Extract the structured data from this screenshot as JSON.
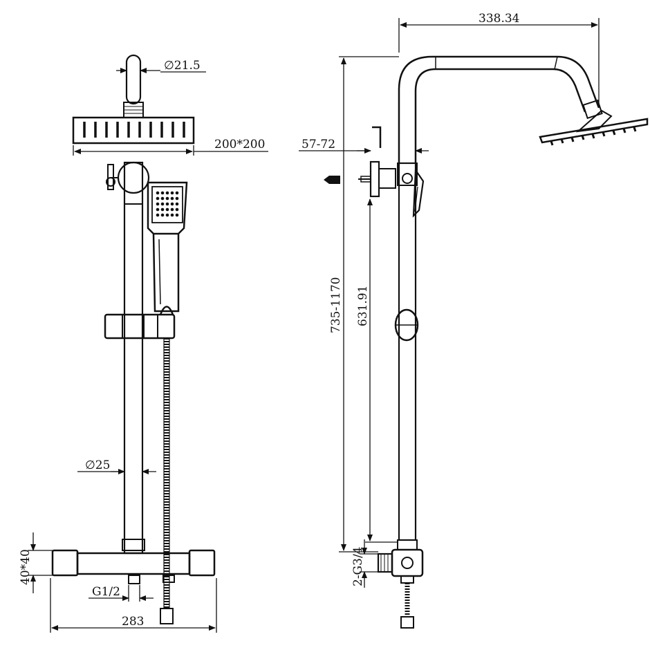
{
  "dimensions": {
    "head_pipe_diameter": "∅21.5",
    "head_size": "200*200",
    "rail_diameter": "∅25",
    "valve_section": "40*40",
    "inlet_thread": "G1/2",
    "valve_width": "283",
    "arm_reach": "338.34",
    "wall_offset": "57-72",
    "total_height": "735-1170",
    "rail_height": "631.91",
    "diverter_thread": "2-G3/4"
  },
  "colors": {
    "line": "#111111",
    "background": "#ffffff"
  },
  "icons": [
    "shower-head-icon",
    "hand-shower-icon",
    "wall-bracket-icon",
    "hose-icon"
  ]
}
